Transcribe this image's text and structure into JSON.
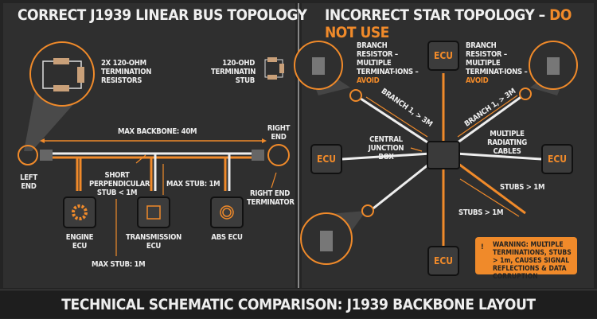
{
  "left": {
    "title": "CORRECT J1939 LINEAR BUS TOPOLOGY",
    "resistor_label": "2x 120-OHM TERMINATION RESISTORS",
    "stub_term_label": "120-OHD TERMINATIN STUB",
    "backbone_label": "MAX BACKBONE: 40m",
    "left_end": "LEFT END",
    "right_end": "RIGHT END",
    "short_stub": "SHORT PERPENDICULAR STUB < 1m",
    "max_stub_right": "MAX STUB: 1m",
    "max_stub_bottom": "MAX STUB: 1m",
    "right_terminator": "RIGHT END TERMINATOR",
    "ecus": [
      {
        "label": "ENGINE ECU",
        "icon": "gear-icon"
      },
      {
        "label": "TRANSMISSION ECU",
        "icon": "chip-icon"
      },
      {
        "label": "ABS ECU",
        "icon": "brake-disc-icon"
      }
    ]
  },
  "right": {
    "title": "INCORRECT STAR TOPOLOGY – ",
    "title_warn": "DO NOT USE",
    "branch_resistor": "BRANCH RESISTOR – MULTIPLE TERMINAT-IONS – ",
    "avoid": "AVOID",
    "branch_label": "BRANCH 1, > 3m",
    "central": "CENTRAL JUNCTION BOX",
    "multiple": "MULTIPLE RADIATING CABLES",
    "stubs": "STUBS > 1m",
    "ecu": "ECU",
    "warning": "WARNING: MULTIPLE TERMINATIONS, STUBS > 1m, CAUSES SIGNAL REFLECTIONS & DATA CORRUPTION"
  },
  "footer": "TECHNICAL SCHEMATIC COMPARISON: J1939 BACKBONE LAYOUT",
  "colors": {
    "accent": "#f08a2a",
    "background": "#242424",
    "panel": "#333333"
  }
}
